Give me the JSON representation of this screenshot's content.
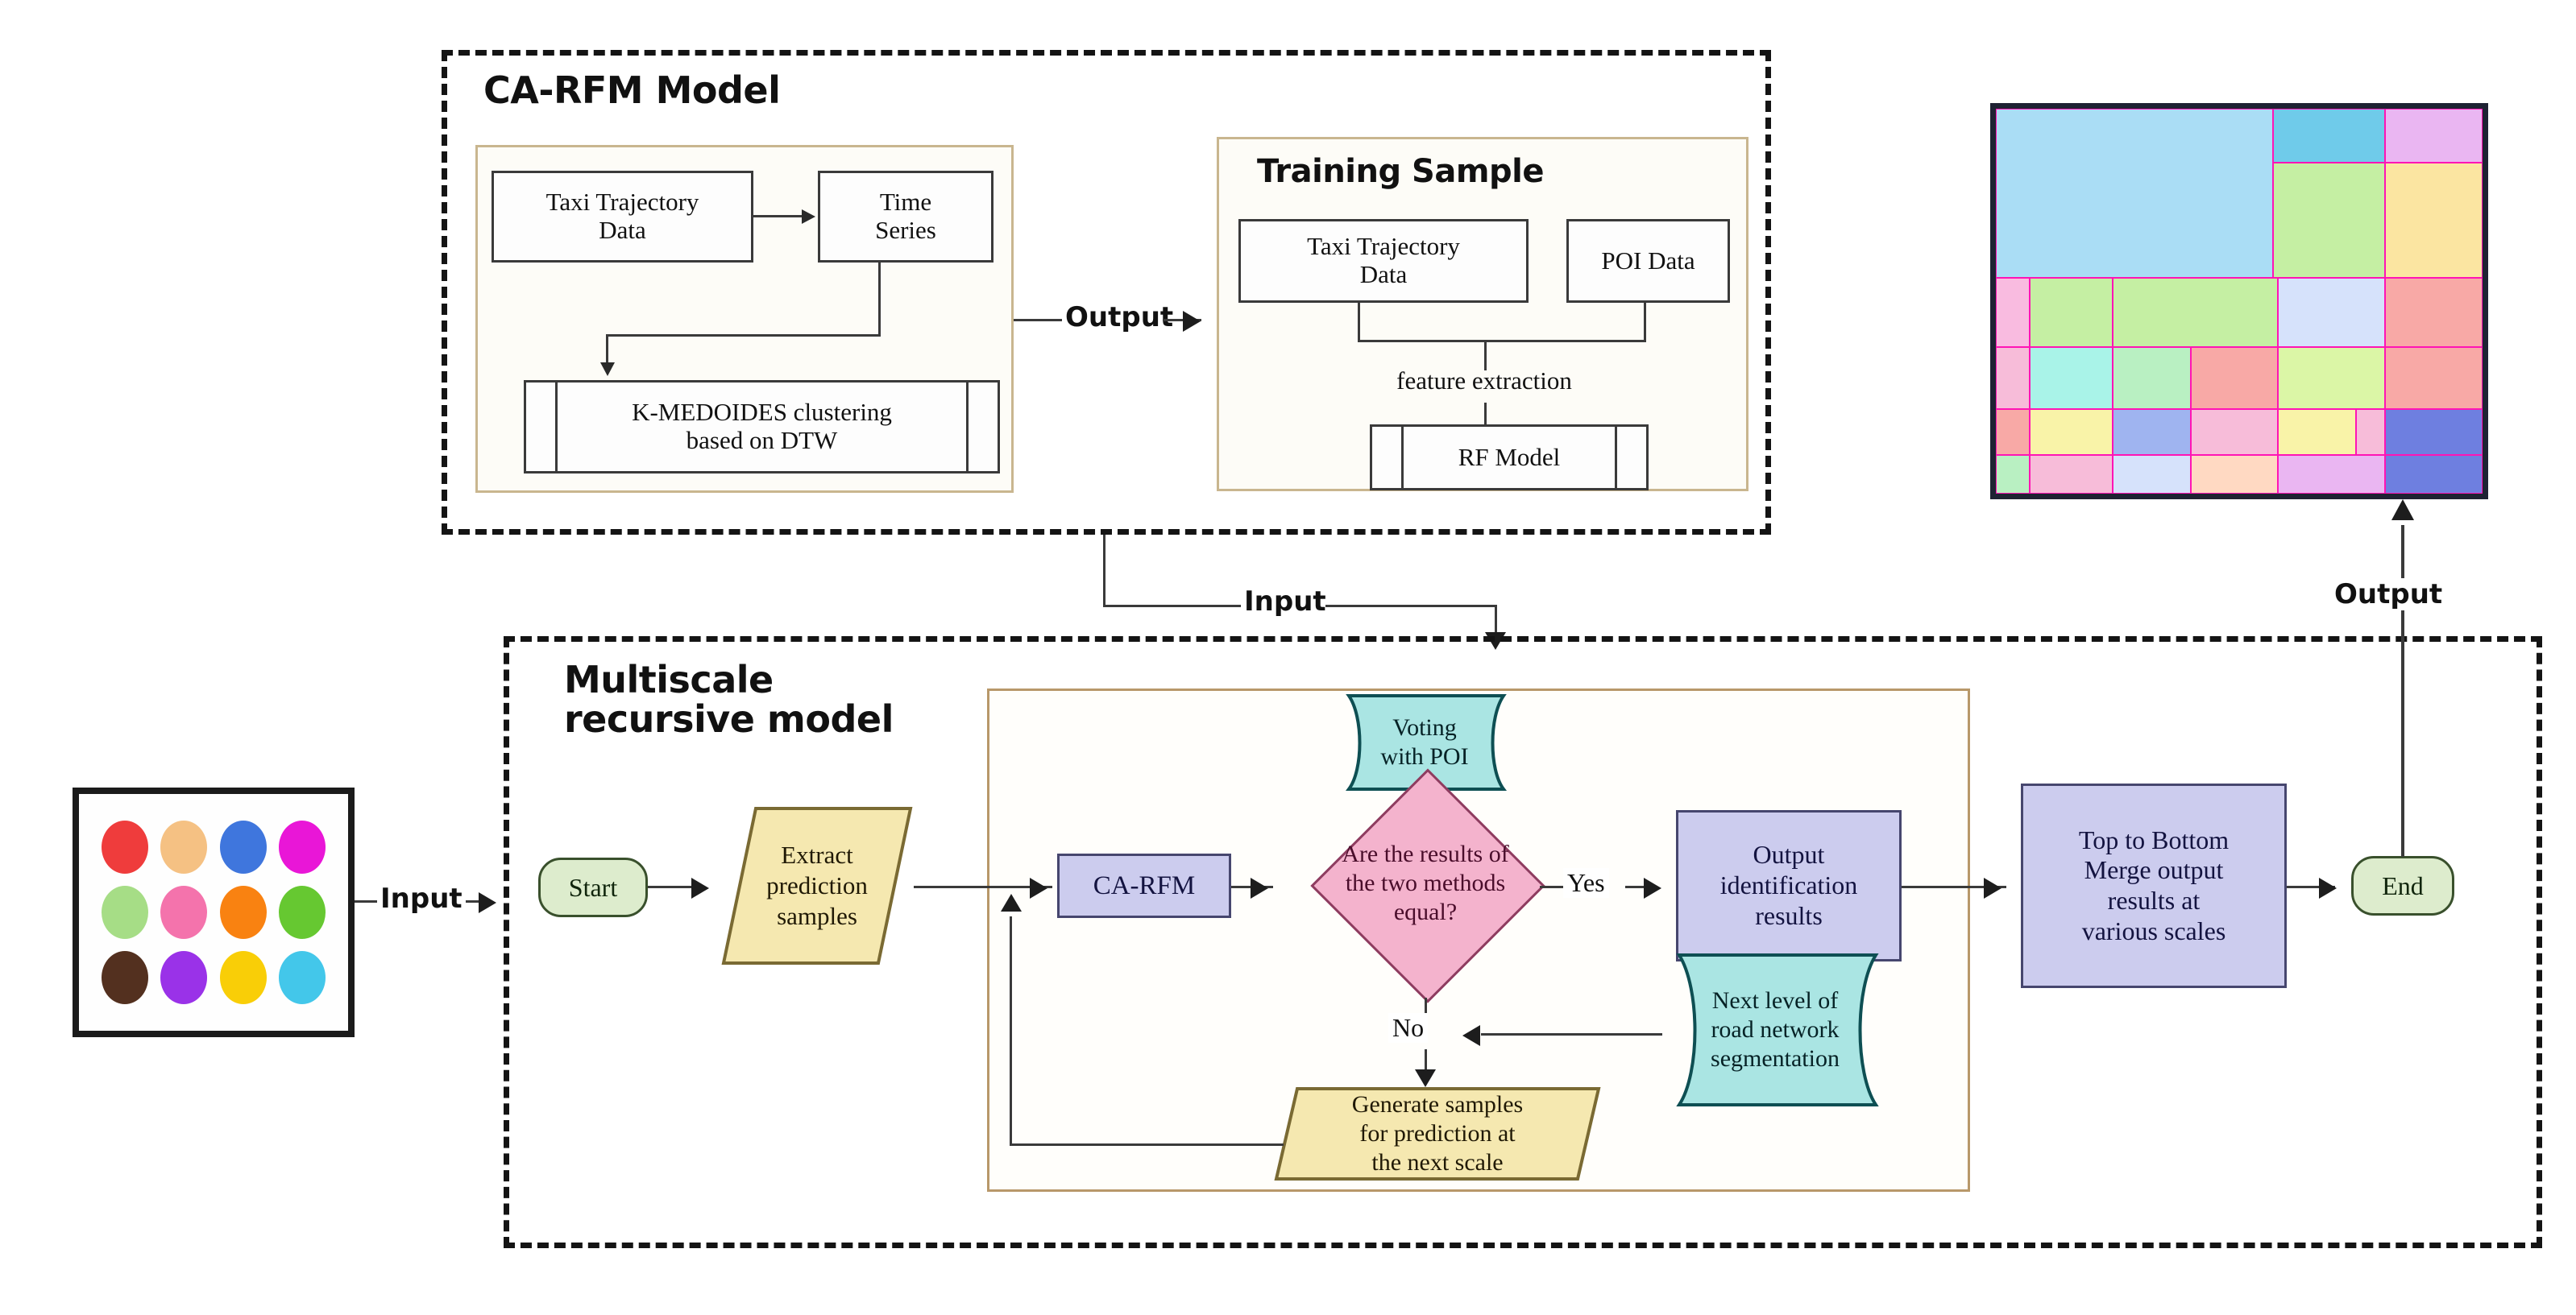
{
  "diagram": {
    "title": "CA-RFM multiscale recursive functional region identification workflow"
  },
  "top_section": {
    "label": "CA-RFM Model",
    "left_panel": {
      "nodes": [
        {
          "id": "taxi-trajectory-data",
          "label": "Taxi Trajectory\nData",
          "shape": "process"
        },
        {
          "id": "time-series",
          "label": "Time\nSeries",
          "shape": "process"
        },
        {
          "id": "kmedoides",
          "label": "K-MEDOIDES clustering\nbased on DTW",
          "shape": "predefined-process"
        }
      ]
    },
    "right_panel": {
      "label": "Training Sample",
      "nodes": [
        {
          "id": "taxi-trajectory-data-2",
          "label": "Taxi Trajectory\nData",
          "shape": "process"
        },
        {
          "id": "poi-data",
          "label": "POI Data",
          "shape": "process"
        },
        {
          "id": "rf-model",
          "label": "RF Model",
          "shape": "predefined-process"
        }
      ],
      "edge_label": "feature extraction"
    },
    "connector_label": "Output"
  },
  "middle_connector": {
    "label": "Input"
  },
  "bottom_section": {
    "label": "Multiscale\nrecursive model",
    "nodes": [
      {
        "id": "start",
        "label": "Start",
        "shape": "terminator",
        "color": "#ddeccd"
      },
      {
        "id": "extract-prediction-samples",
        "label": "Extract\nprediction\nsamples",
        "shape": "parallelogram",
        "color": "#f5e8b0"
      },
      {
        "id": "ca-rfm",
        "label": "CA-RFM",
        "shape": "process",
        "color": "#ccccee"
      },
      {
        "id": "voting-with-poi",
        "label": "Voting\nwith POI",
        "shape": "document",
        "color": "#aae5e3"
      },
      {
        "id": "decision",
        "label": "Are the results of\nthe two methods\nequal?",
        "shape": "decision",
        "color": "#f4b3cd"
      },
      {
        "id": "output-identification-results",
        "label": "Output\nidentification\nresults",
        "shape": "process",
        "color": "#ccccee"
      },
      {
        "id": "next-level-road-network-segmentation",
        "label": "Next level of\nroad network\nsegmentation",
        "shape": "document",
        "color": "#aae5e3"
      },
      {
        "id": "generate-samples",
        "label": "Generate samples\nfor prediction at\nthe next scale",
        "shape": "parallelogram",
        "color": "#f5e8b0"
      },
      {
        "id": "top-to-bottom-merge",
        "label": "Top to Bottom\nMerge output\nresults at\nvarious scales",
        "shape": "process",
        "color": "#ccccee"
      },
      {
        "id": "end",
        "label": "End",
        "shape": "terminator",
        "color": "#ddeccd"
      }
    ],
    "edge_labels": {
      "yes": "Yes",
      "no": "No"
    }
  },
  "left_input": {
    "name": "input-sample-image",
    "edge_label": "Input",
    "swatch_colors": [
      "#ef3c3c",
      "#f5c183",
      "#3f76dd",
      "#e916d7",
      "#a6dd86",
      "#f473ac",
      "#f98211",
      "#66c831",
      "#53301f",
      "#9a32e8",
      "#f9ce07",
      "#43c7ea"
    ]
  },
  "right_output": {
    "name": "output-map-image",
    "edge_label": "Output",
    "region_colors": [
      "#aaddf5",
      "#6fcbea",
      "#eab6f2",
      "#f9bbe0",
      "#c5efa3",
      "#fbe5a1",
      "#b9f0c2",
      "#d6e2fb",
      "#f8a9a6",
      "#a9f3e8",
      "#9fb4f0",
      "#f9f3a8",
      "#f7bcd9",
      "#6e7fe0",
      "#ffd9c2",
      "#dbf6a6"
    ],
    "border_color": "#ff14b5"
  }
}
